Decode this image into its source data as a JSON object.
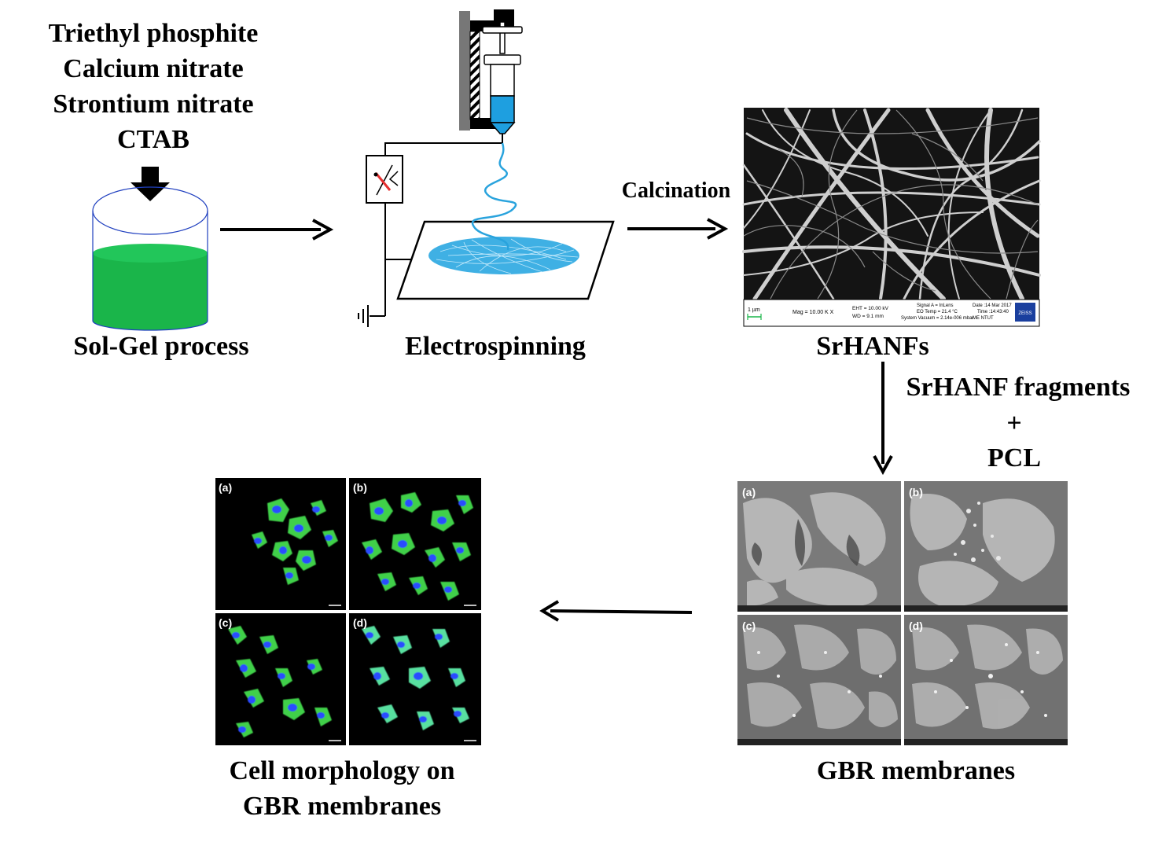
{
  "reagents": [
    "Triethyl phosphite",
    "Calcium nitrate",
    "Strontium nitrate",
    "CTAB"
  ],
  "steps": {
    "solgel": "Sol-Gel process",
    "electrospinning": "Electrospinning",
    "calcination": "Calcination",
    "srhanfs": "SrHANFs",
    "mix_line1": "SrHANF fragments",
    "mix_plus": "+",
    "mix_line2": "PCL",
    "gbr": "GBR membranes",
    "cell_line1": "Cell morphology on",
    "cell_line2": "GBR membranes"
  },
  "sem_info": {
    "scale": "1 µm",
    "mag": "Mag =   10.00 K X",
    "eht": "EHT = 10.00 kV",
    "wd": "WD =   9.1 mm",
    "signal": "Signal A = InLens",
    "eo_temp": "EO Temp = 21.4 °C",
    "vacuum": "System Vacuum = 2.14e-006 mbar",
    "date": "Date :14 Mar 2017",
    "time": "Time :14:43:40",
    "lab": "ME NTUT",
    "brand": "ZEISS"
  },
  "panels": [
    "(a)",
    "(b)",
    "(c)",
    "(d)"
  ],
  "colors": {
    "solution": "#1ab54a",
    "beaker_outline": "#1f3fbf",
    "fiber_blue": "#29a3dd",
    "arrow": "#000000",
    "fluorescent_green": "#3fd04a",
    "fluorescent_blue": "#2a4cff"
  }
}
